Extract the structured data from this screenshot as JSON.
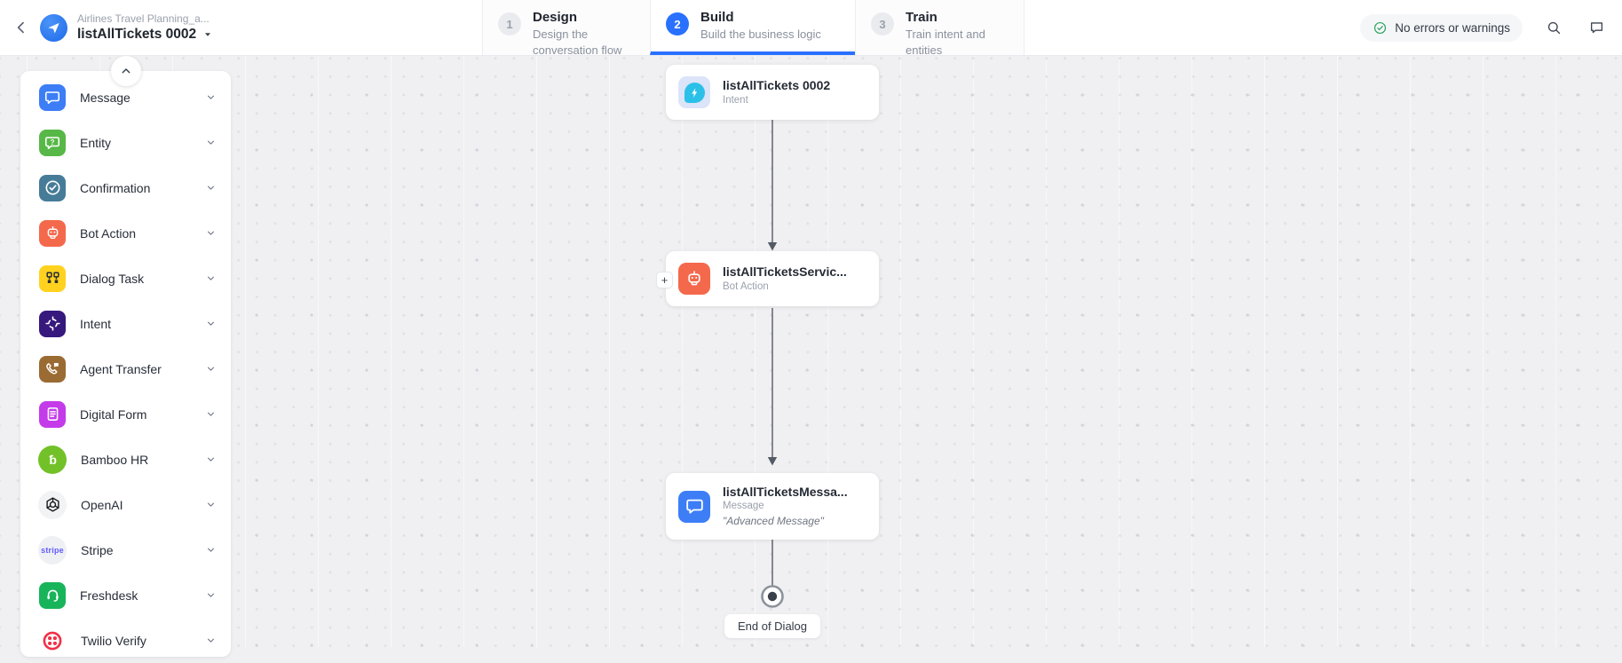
{
  "header": {
    "app_name": "Airlines Travel Planning_a...",
    "dialog_name": "listAllTickets 0002",
    "status_pill": "No errors or warnings",
    "tabs": [
      {
        "step": "1",
        "label": "Design",
        "description": "Design the conversation flow",
        "active": false
      },
      {
        "step": "2",
        "label": "Build",
        "description": "Build the business logic",
        "active": true
      },
      {
        "step": "3",
        "label": "Train",
        "description": "Train intent and entities",
        "active": false
      }
    ]
  },
  "sidebar": {
    "items": [
      {
        "label": "Message",
        "icon": "message-icon",
        "color": "#3D7EF7"
      },
      {
        "label": "Entity",
        "icon": "entity-icon",
        "color": "#57B847"
      },
      {
        "label": "Confirmation",
        "icon": "confirmation-icon",
        "color": "#477C98"
      },
      {
        "label": "Bot Action",
        "icon": "bot-action-icon",
        "color": "#F4694C"
      },
      {
        "label": "Dialog Task",
        "icon": "dialog-task-icon",
        "color": "#FFD21F"
      },
      {
        "label": "Intent",
        "icon": "intent-icon",
        "color": "#37187D"
      },
      {
        "label": "Agent Transfer",
        "icon": "agent-transfer-icon",
        "color": "#9A6B33"
      },
      {
        "label": "Digital Form",
        "icon": "digital-form-icon",
        "color": "#C43BEA"
      },
      {
        "label": "Bamboo HR",
        "icon": "bamboo-hr-icon",
        "color": "#72C128"
      },
      {
        "label": "OpenAI",
        "icon": "openai-icon",
        "color": "#F2F3F5"
      },
      {
        "label": "Stripe",
        "icon": "stripe-icon",
        "color": "#EEF0F4"
      },
      {
        "label": "Freshdesk",
        "icon": "freshdesk-icon",
        "color": "#18B45A"
      },
      {
        "label": "Twilio Verify",
        "icon": "twilio-icon",
        "color": "#FFFFFF"
      }
    ]
  },
  "canvas": {
    "nodes": [
      {
        "title": "listAllTickets 0002",
        "type": "Intent"
      },
      {
        "title": "listAllTicketsServic...",
        "type": "Bot Action"
      },
      {
        "title": "listAllTicketsMessa...",
        "type": "Message",
        "note": "\"Advanced Message\""
      }
    ],
    "add_button": "+",
    "end_label": "End of Dialog"
  },
  "colors": {
    "accent_blue": "#2970FF",
    "status_green": "#27A25B",
    "intent_cyan": "#2BC0E8",
    "connector_grey": "#555B64"
  }
}
